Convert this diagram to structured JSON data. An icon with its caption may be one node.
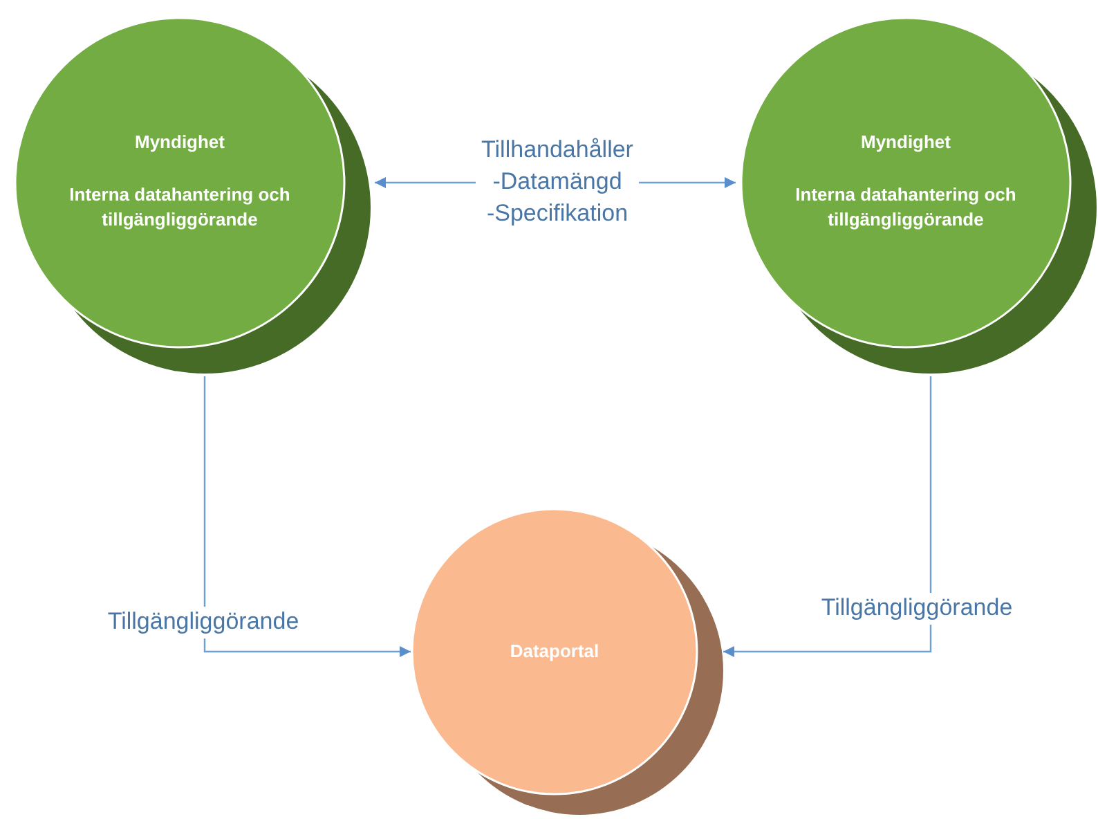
{
  "diagram": {
    "nodes": [
      {
        "text": [
          "Myndighet",
          "Interna datahantering och tillgängliggörande"
        ]
      },
      {
        "text": [
          "Myndighet",
          "Interna datahantering och tillgängliggörande"
        ]
      },
      {
        "text": [
          "Dataportal"
        ]
      }
    ],
    "edges": [
      {
        "from": 0,
        "to": 1,
        "arrow": "both",
        "label": "Tillhandahåller -Datamängd -Specifikation"
      },
      {
        "from": 0,
        "to": 2,
        "arrow": "to",
        "label": "Tillgängliggörande"
      },
      {
        "from": 1,
        "to": 2,
        "arrow": "to",
        "label": "Tillgängliggörande"
      }
    ]
  }
}
